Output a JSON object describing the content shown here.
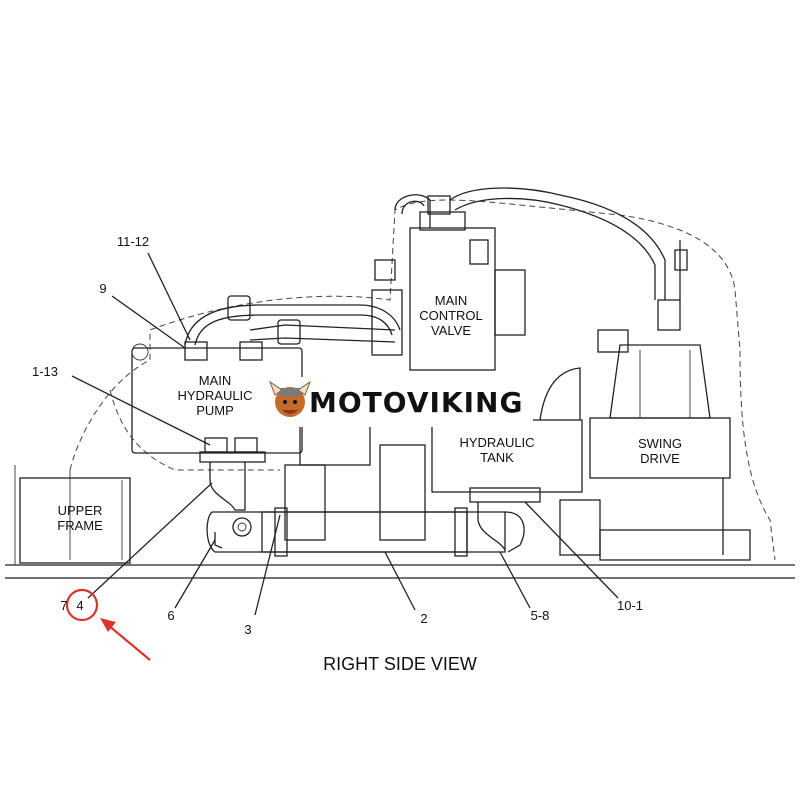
{
  "view_title": "RIGHT SIDE VIEW",
  "brand": {
    "name": "MOTOVIKING",
    "logo_icon": "viking-mascot-icon"
  },
  "components": {
    "main_hydraulic_pump": [
      "MAIN",
      "HYDRAULIC",
      "PUMP"
    ],
    "main_control_valve": [
      "MAIN",
      "CONTROL",
      "VALVE"
    ],
    "hydraulic_tank": [
      "HYDRAULIC",
      "TANK"
    ],
    "swing_drive": [
      "SWING",
      "DRIVE"
    ],
    "upper_frame": [
      "UPPER",
      "FRAME"
    ]
  },
  "callouts": {
    "c_11_12": "11-12",
    "c_9": "9",
    "c_1_13": "1-13",
    "c_7": "7",
    "c_4": "4",
    "c_6": "6",
    "c_3": "3",
    "c_2": "2",
    "c_5_8": "5-8",
    "c_10_1": "10-1"
  },
  "highlight": {
    "callout": "4",
    "color": "#d9342b"
  }
}
